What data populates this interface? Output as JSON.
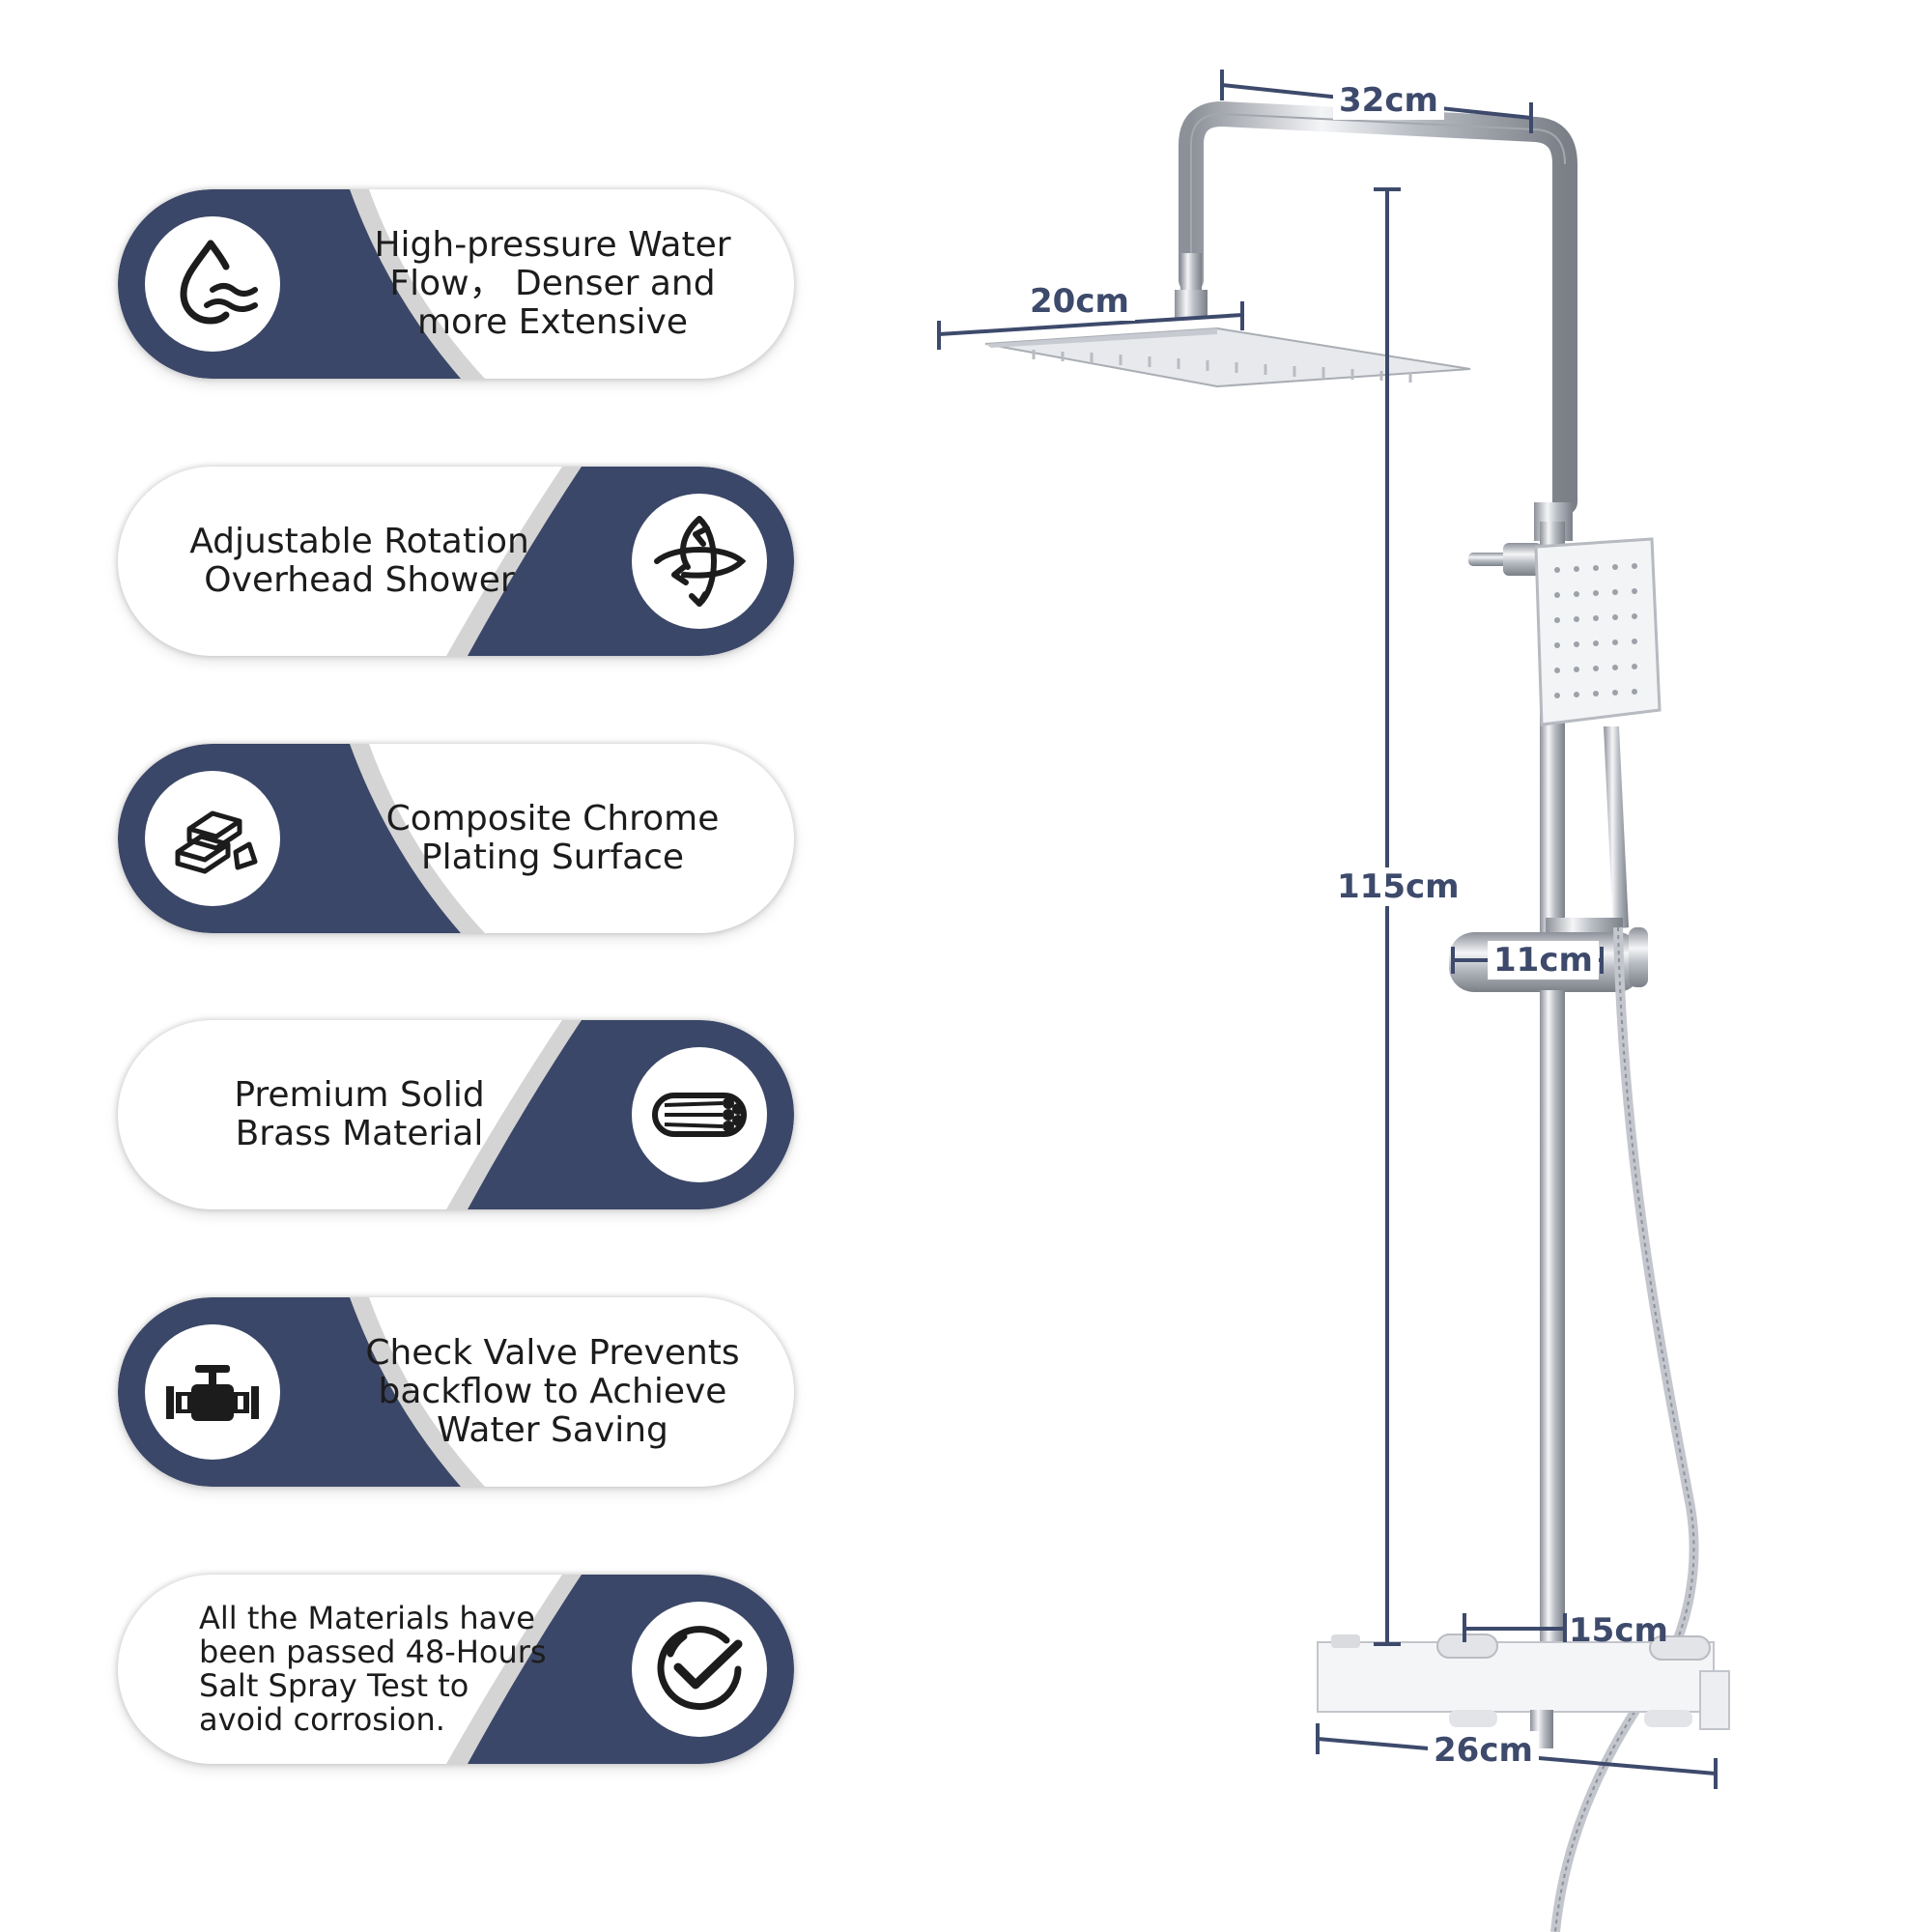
{
  "colors": {
    "navy": "#3b4768",
    "band_grey": "#d4d4d4",
    "dimension_text": "#3d4a6b",
    "chrome": "#c9ccd2"
  },
  "features": [
    {
      "icon": "water-drop-waves-icon",
      "text": "High-pressure Water\nFlow， Denser and\nmore Extensive",
      "side": "left"
    },
    {
      "icon": "rotation-arrows-icon",
      "text": "Adjustable Rotation\nOverhead Shower",
      "side": "right"
    },
    {
      "icon": "stacked-bars-icon",
      "text": "Composite Chrome\nPlating Surface",
      "side": "left"
    },
    {
      "icon": "brass-rods-icon",
      "text": "Premium Solid\nBrass Material",
      "side": "right"
    },
    {
      "icon": "check-valve-icon",
      "text": "Check Valve Prevents\nbackflow to Achieve\nWater Saving",
      "side": "left"
    },
    {
      "icon": "checkmark-circle-icon",
      "text": "All the Materials have\nbeen passed 48-Hours\nSalt Spray Test to\navoid corrosion.",
      "side": "right"
    }
  ],
  "dimensions": {
    "arm_width": "32cm",
    "head_width": "20cm",
    "rail_height": "115cm",
    "holder_width": "11cm",
    "mixer_offset": "15cm",
    "mixer_width": "26cm"
  }
}
